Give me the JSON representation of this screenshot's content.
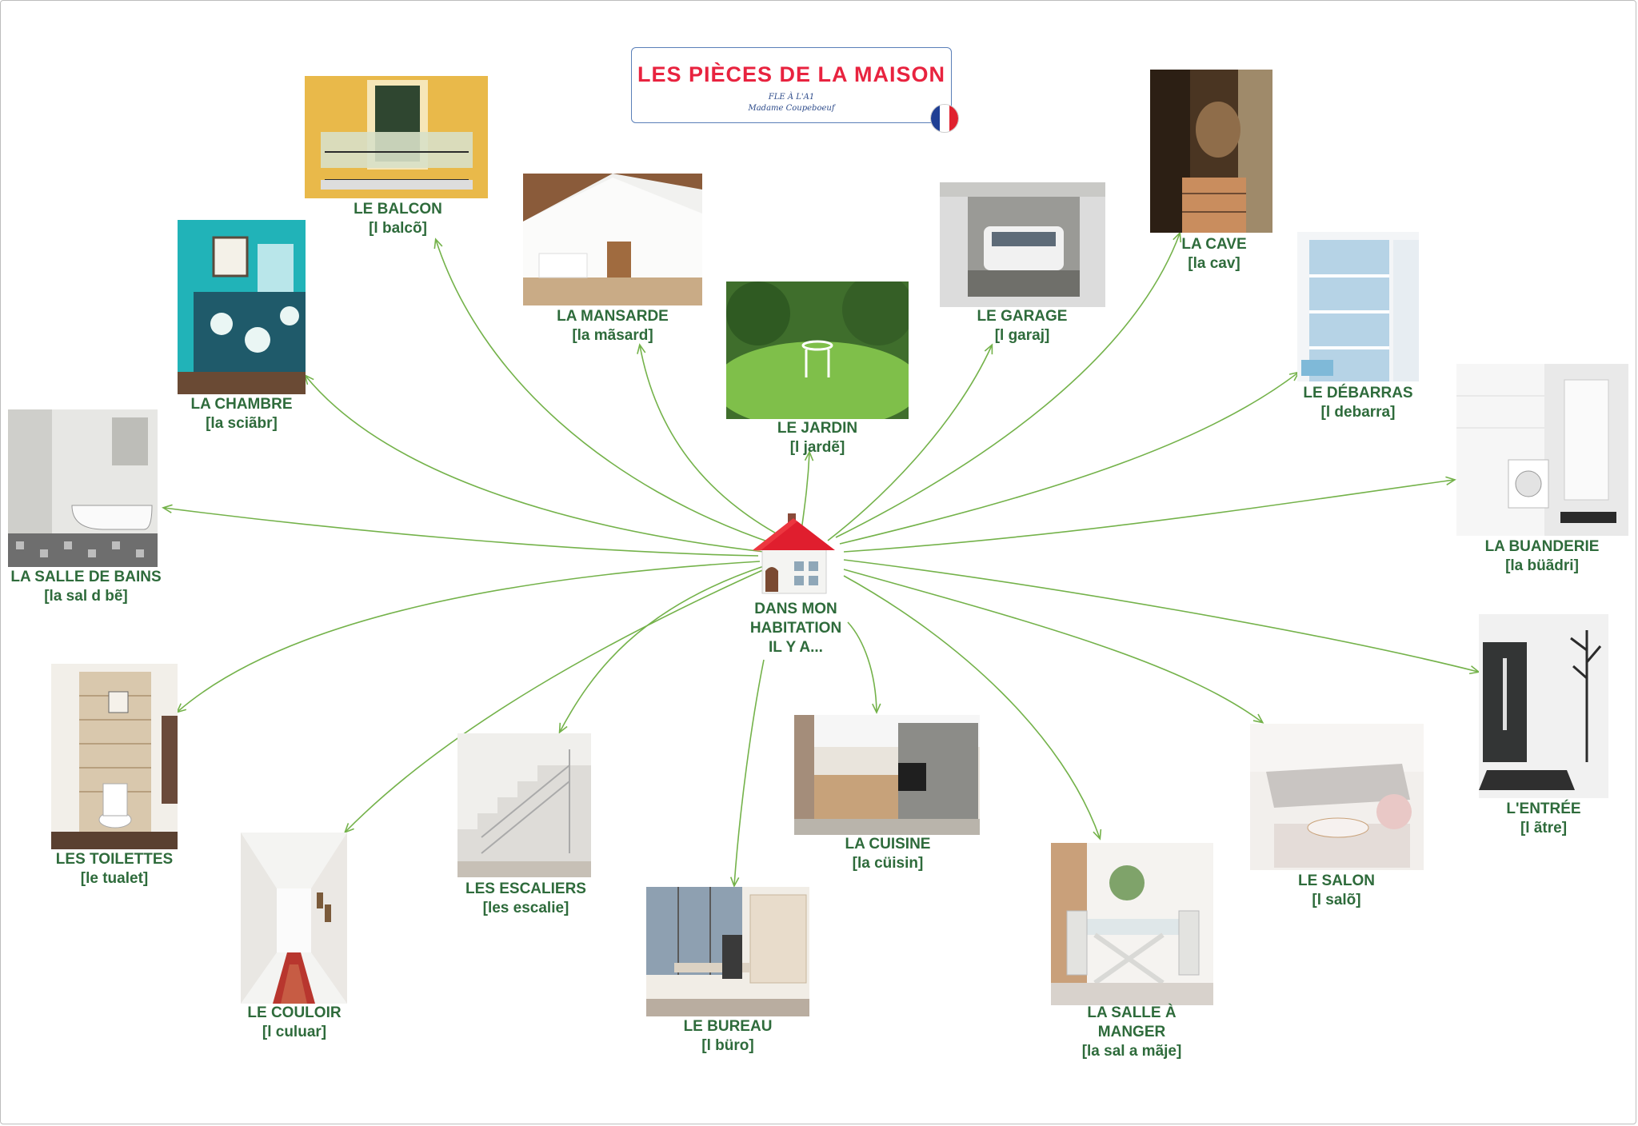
{
  "title": {
    "main": "LES PIÈCES DE LA  MAISON",
    "sub1": "FLE À L'A1",
    "sub2": "Madame Coupeboeuf"
  },
  "center": {
    "label": "DANS MON\nHABITATION\nIL Y A..."
  },
  "colors": {
    "arrow": "#74b24a",
    "label": "#2e6b3b",
    "title": "#e8233f"
  },
  "rooms": [
    {
      "id": "balcon",
      "word": "LE BALCON",
      "phon": "[l balcõ]"
    },
    {
      "id": "mansarde",
      "word": "LA MANSARDE",
      "phon": "[la mãsard]"
    },
    {
      "id": "jardin",
      "word": "LE JARDIN",
      "phon": "[l jardẽ]"
    },
    {
      "id": "garage",
      "word": "LE GARAGE",
      "phon": "[l garaj]"
    },
    {
      "id": "cave",
      "word": "LA CAVE",
      "phon": "[la cav]"
    },
    {
      "id": "chambre",
      "word": "LA CHAMBRE",
      "phon": "[la sciãbr]"
    },
    {
      "id": "debarras",
      "word": "LE DÉBARRAS",
      "phon": "[l debarra]"
    },
    {
      "id": "sdb",
      "word": "LA SALLE DE BAINS",
      "phon": "[la sal d bẽ]"
    },
    {
      "id": "buanderie",
      "word": "LA BUANDERIE",
      "phon": "[la büãdri]"
    },
    {
      "id": "toilettes",
      "word": "LES TOILETTES",
      "phon": "[le tualet]"
    },
    {
      "id": "entree",
      "word": "L'ENTRÉE",
      "phon": "[l ãtre]"
    },
    {
      "id": "escaliers",
      "word": "LES ESCALIERS",
      "phon": "[les escalie]"
    },
    {
      "id": "cuisine",
      "word": "LA CUISINE",
      "phon": "[la cüisin]"
    },
    {
      "id": "salon",
      "word": "LE SALON",
      "phon": "[l salõ]"
    },
    {
      "id": "couloir",
      "word": "LE COULOIR",
      "phon": "[l culuar]"
    },
    {
      "id": "bureau",
      "word": "LE BUREAU",
      "phon": "[l büro]"
    },
    {
      "id": "salle_manger",
      "word": "LA SALLE À MANGER",
      "phon": "[la sal a mãje]"
    }
  ]
}
